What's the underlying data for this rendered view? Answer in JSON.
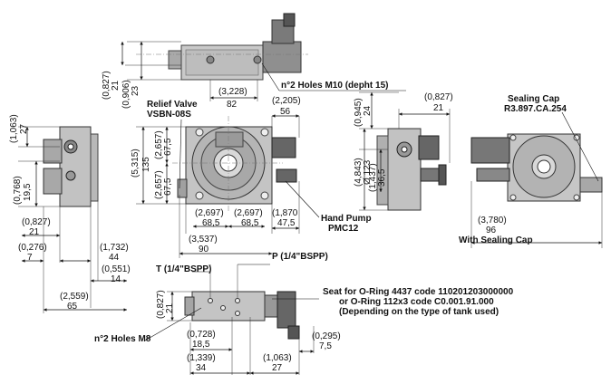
{
  "labels": {
    "holes_m10": "n°2 Holes M10 (depht 15)",
    "relief_valve_1": "Relief Valve",
    "relief_valve_2": "VSBN-08S",
    "sealing_cap_1": "Sealing Cap",
    "sealing_cap_2": "R3.897.CA.254",
    "hand_pump_1": "Hand Pump",
    "hand_pump_2": "PMC12",
    "with_sealing_cap": "With Sealing Cap",
    "t_port": "T (1/4\"BSPP)",
    "p_port": "P (1/4\"BSPP)",
    "seat_1": "Seat for O-Ring 4437 code 110201203000000",
    "seat_2": "or O-Ring 112x3 code C0.001.91.000",
    "seat_3": "(Depending on the type of tank used)",
    "holes_m8": "n°2 Holes M8"
  },
  "dims": {
    "d0827_in": "(0,827)",
    "d0827_mm": "21",
    "d0906_in": "(0,906)",
    "d0906_mm": "23",
    "d3228_in": "(3,228)",
    "d3228_mm": "82",
    "d2205_in": "(2,205)",
    "d2205_mm": "56",
    "d0827b_in": "(0,827)",
    "d0827b_mm": "21",
    "d0945_in": "(0,945)",
    "d0945_mm": "24",
    "d1063_in": "(1,063)",
    "d1063_mm": "27",
    "d0768_in": "(0,768)",
    "d0768_mm": "19,5",
    "d0827c_in": "(0,827)",
    "d0827c_mm": "21",
    "d0276_in": "(0,276)",
    "d0276_mm": "7",
    "d1732_in": "(1,732)",
    "d1732_mm": "44",
    "d0551_in": "(0,551)",
    "d0551_mm": "14",
    "d2559_in": "(2,559)",
    "d2559_mm": "65",
    "d5315_in": "(5,315)",
    "d5315_mm": "135",
    "d2657a_in": "(2,657)",
    "d2657a_mm": "67,5",
    "d2657b_in": "(2,657)",
    "d2657b_mm": "67,5",
    "d2697a_in": "(2,697)",
    "d2697a_mm": "68,5",
    "d2697b_in": "(2,697)",
    "d2697b_mm": "68,5",
    "d3537_in": "(3,537)",
    "d3537_mm": "90",
    "d1870_in": "(1,870",
    "d1870_mm": "47,5",
    "d4843_in": "(4,843)",
    "d4843_mm": "Ø 123",
    "d1437_in": "(1,437)",
    "d1437_mm": "36,5",
    "d3780_in": "(3,780)",
    "d3780_mm": "96",
    "d0827d_in": "(0,827)",
    "d0827d_mm": "21",
    "d0728_in": "(0,728)",
    "d0728_mm": "18,5",
    "d1339_in": "(1,339)",
    "d1339_mm": "34",
    "d1063b_in": "(1,063)",
    "d1063b_mm": "27",
    "d0295_in": "(0,295)",
    "d0295_mm": "7,5"
  }
}
